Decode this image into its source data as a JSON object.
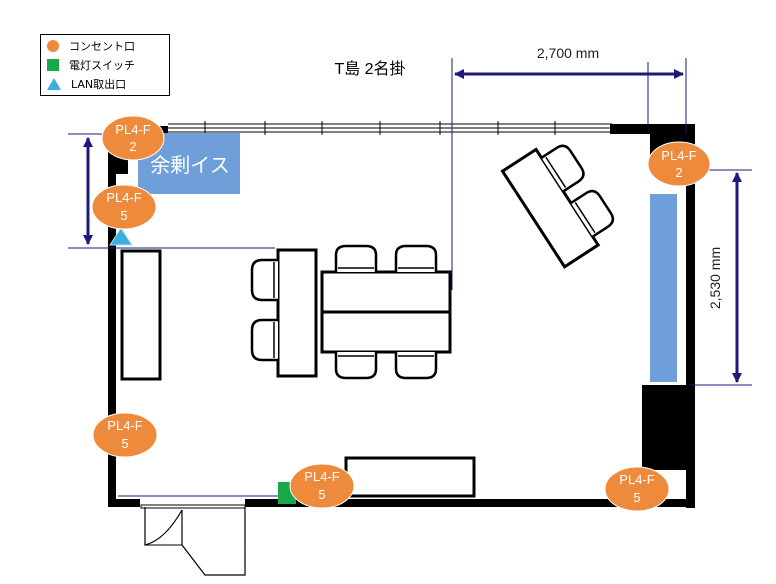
{
  "legend": {
    "outlet": "コンセント口",
    "switch": "電灯スイッチ",
    "lan": "LAN取出口"
  },
  "room_title": "T島 2名掛",
  "dimensions": {
    "width": "2,700 mm",
    "height": "2,530 mm"
  },
  "spare_chairs": "余剰イス",
  "outlets": [
    {
      "line1": "PL4-F",
      "line2": "2"
    },
    {
      "line1": "PL4-F",
      "line2": "5"
    },
    {
      "line1": "PL4-F",
      "line2": "2"
    },
    {
      "line1": "PL4-F",
      "line2": "5"
    },
    {
      "line1": "PL4-F",
      "line2": "5"
    },
    {
      "line1": "PL4-F",
      "line2": "5"
    }
  ],
  "colors": {
    "outlet": "#ee8a3c",
    "switch": "#17a84a",
    "lan": "#3aaee0",
    "dimension": "#1e1a7a",
    "spare_box": "#6f9fd8"
  }
}
